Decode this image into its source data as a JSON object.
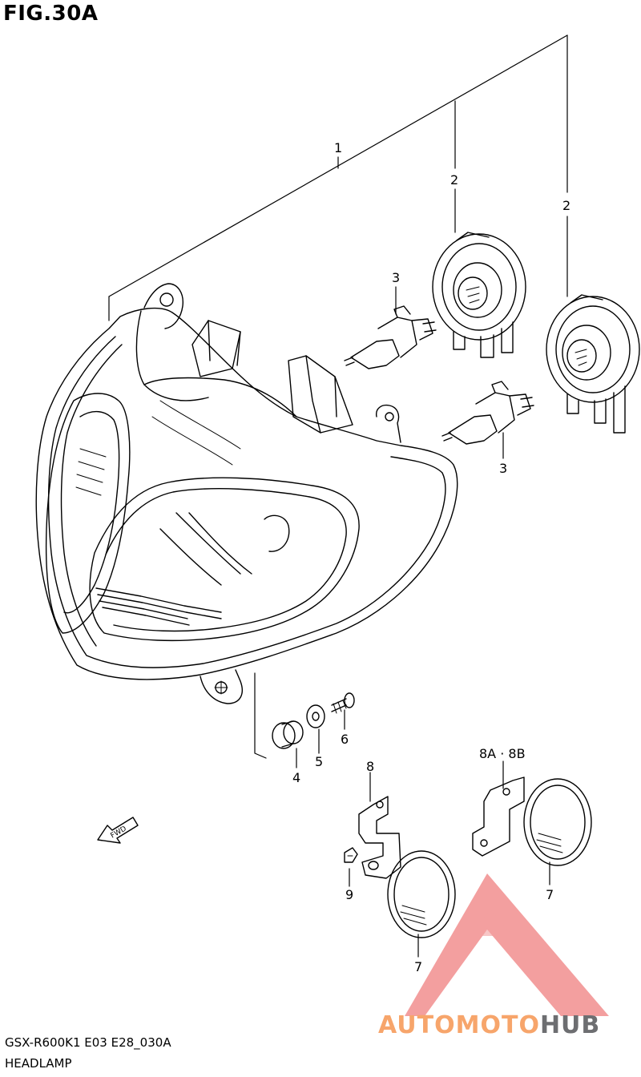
{
  "figure": {
    "title": "FIG.30A",
    "code": "GSX-R600K1 E03 E28_030A",
    "name": "HEADLAMP"
  },
  "callouts": {
    "p1": "1",
    "p2a": "2",
    "p2b": "2",
    "p3a": "3",
    "p3b": "3",
    "p4": "4",
    "p5": "5",
    "p6": "6",
    "p7a": "7",
    "p7b": "7",
    "p8": "8",
    "p8ab": "8A · 8B",
    "p9": "9"
  },
  "fwd_label": "FWD",
  "watermark": {
    "part1": "AUTOMOTO",
    "part2": "HUB",
    "accent": "#f26b3a",
    "triangle_color": "#ef8080",
    "gray": "#6d6e71"
  }
}
